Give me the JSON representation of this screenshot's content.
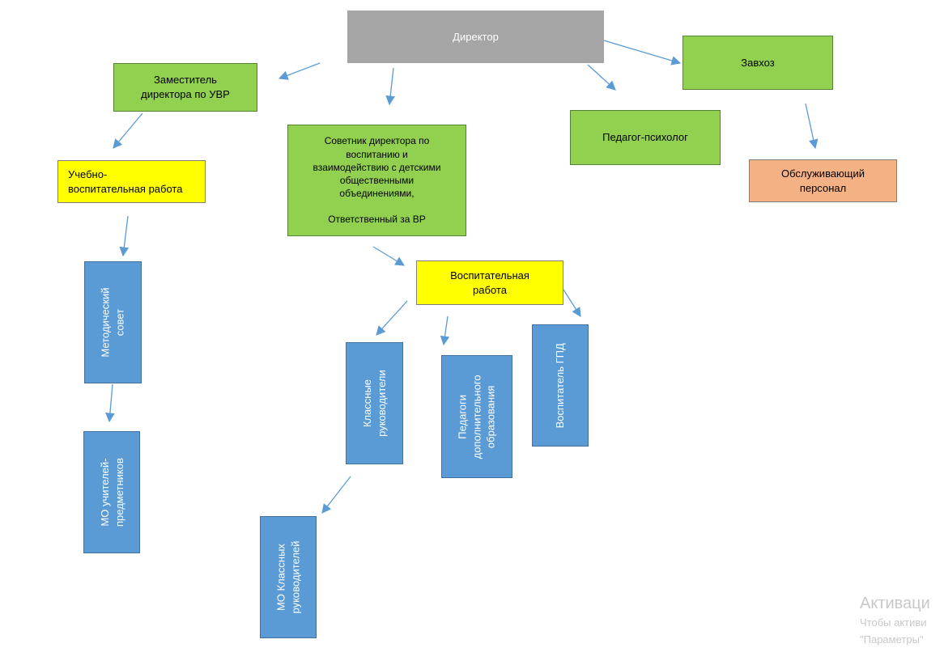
{
  "nodes": {
    "director": "Директор",
    "deputy": "Заместитель\nдиректора по УВР",
    "zavhoz": "Завхоз",
    "advisor": "Советник директора по\nвоспитанию и\nвзаимодействию с детскими\nобщественными\nобъединениями,\n\nОтветственный за ВР",
    "psychologist": "Педагог-психолог",
    "service_staff": "Обслуживающий\nперсонал",
    "educational_work": "Учебно-\nвоспитательная работа",
    "upbringing_work": "Воспитательная\nработа",
    "methodical_council": "Методический\nсовет",
    "class_teachers": "Классные\nруководители",
    "additional_education_teachers": "Педагоги\nдополнительного\nобразования",
    "gpd_educator": "Воспитатель ГПД",
    "mo_subject_teachers": "МО учителей-\nпредметников",
    "mo_class_teachers": "МО Классных\nруководителей"
  },
  "colors": {
    "gray": "#a5a5a5",
    "green": "#92d050",
    "yellow": "#ffff00",
    "orange": "#f4b183",
    "blue": "#5b9bd5",
    "arrow": "#5b9bd5"
  },
  "watermark": {
    "title": "Активаци",
    "line1": "Чтобы активи",
    "line2": "\"Параметры\""
  }
}
